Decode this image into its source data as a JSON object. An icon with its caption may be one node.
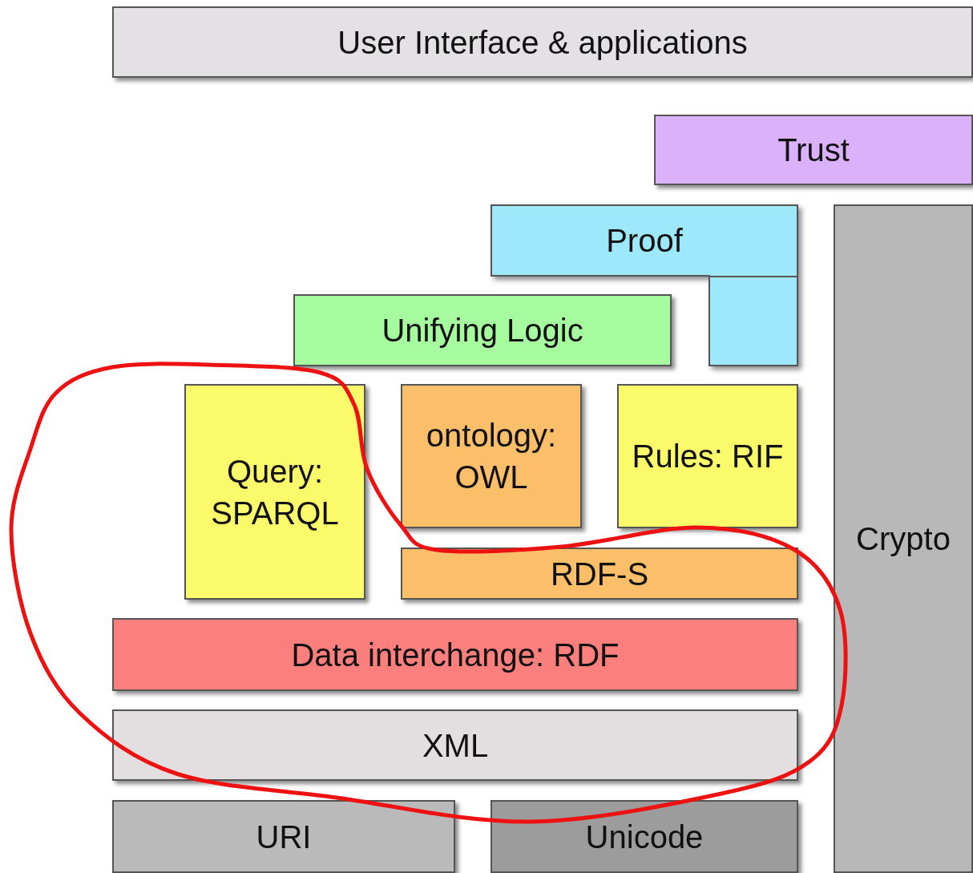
{
  "diagram": {
    "nodes": [
      {
        "text": [
          "User Interface & applications"
        ]
      },
      {
        "text": [
          "Trust"
        ]
      },
      {
        "text": [
          "Crypto"
        ]
      },
      {
        "text": [
          "Proof"
        ]
      },
      {
        "text": [
          "Unifying Logic"
        ]
      },
      {
        "text": [
          "Query: SPARQL"
        ]
      },
      {
        "text": [
          "ontology: OWL"
        ]
      },
      {
        "text": [
          "Rules: RIF"
        ]
      },
      {
        "text": [
          "RDF-S"
        ]
      },
      {
        "text": [
          "Data interchange: RDF"
        ]
      },
      {
        "text": [
          "XML"
        ]
      },
      {
        "text": [
          "URI"
        ]
      },
      {
        "text": [
          "Unicode"
        ]
      }
    ]
  }
}
